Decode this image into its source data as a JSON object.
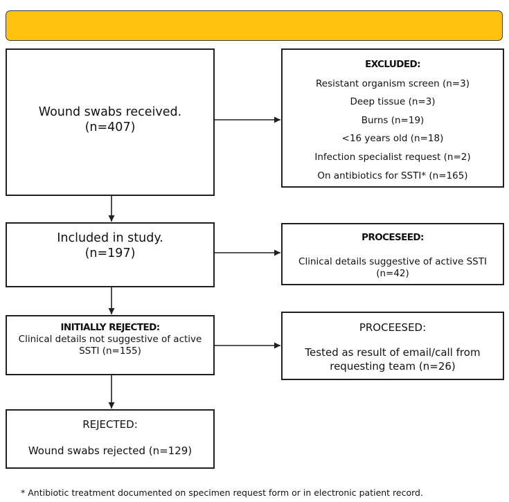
{
  "banner": {
    "color": "#ffc20e"
  },
  "boxes": {
    "received": {
      "lines": [
        "Wound swabs received.",
        "(n=407)"
      ]
    },
    "excluded": {
      "heading": "EXCLUDED:",
      "items": [
        "Resistant organism screen (n=3)",
        "Deep tissue (n=3)",
        "Burns (n=19)",
        "<16 years old (n=18)",
        "Infection specialist request (n=2)",
        "On antibiotics for SSTI* (n=165)"
      ]
    },
    "included": {
      "lines": [
        "Included in study.",
        "(n=197)"
      ]
    },
    "proceseed": {
      "heading": "PROCESEED:",
      "lines": [
        "Clinical details suggestive of active SSTI",
        "(n=42)"
      ]
    },
    "initially_rejected": {
      "heading": "INITIALLY REJECTED:",
      "lines": [
        "Clinical details not suggestive of active",
        "SSTI (n=155)"
      ]
    },
    "proceesed": {
      "heading": "PROCEESED:",
      "lines": [
        "Tested as result of email/call from",
        "requesting team (n=26)"
      ]
    },
    "rejected": {
      "heading": "REJECTED:",
      "lines": [
        "Wound swabs rejected (n=129)"
      ]
    }
  },
  "footnote": "* Antibiotic treatment documented on specimen request form or in electronic patient record."
}
